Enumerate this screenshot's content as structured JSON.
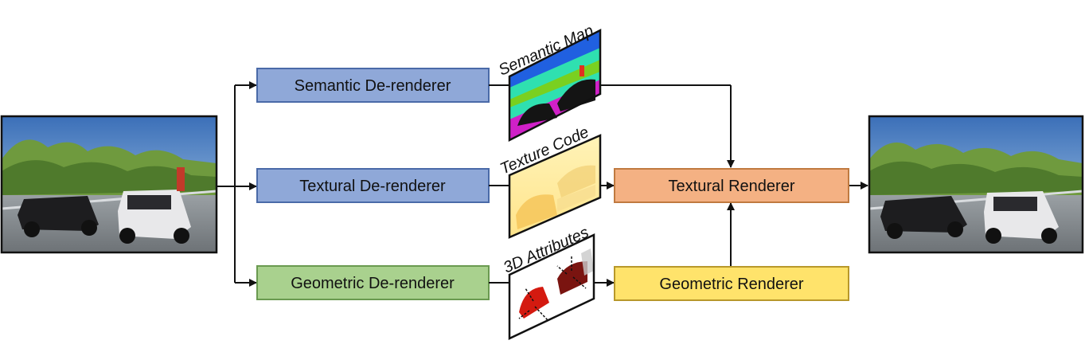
{
  "boxes": {
    "semantic_derenderer": "Semantic De-renderer",
    "textural_derenderer": "Textural De-renderer",
    "geometric_derenderer": "Geometric De-renderer",
    "textural_renderer": "Textural Renderer",
    "geometric_renderer": "Geometric Renderer"
  },
  "intermediate_labels": {
    "semantic_map": "Semantic Map",
    "texture_code": "Texture Code",
    "attributes_3d": "3D Attributes"
  },
  "colors": {
    "semantic_fill": "#8fa8d8",
    "semantic_stroke": "#4a6aa8",
    "geometric_fill": "#a9d18e",
    "geometric_stroke": "#6a9a50",
    "textural_renderer_fill": "#f4b183",
    "textural_renderer_stroke": "#c07a40",
    "geometric_renderer_fill": "#ffe36b",
    "geometric_renderer_stroke": "#b8982a"
  }
}
